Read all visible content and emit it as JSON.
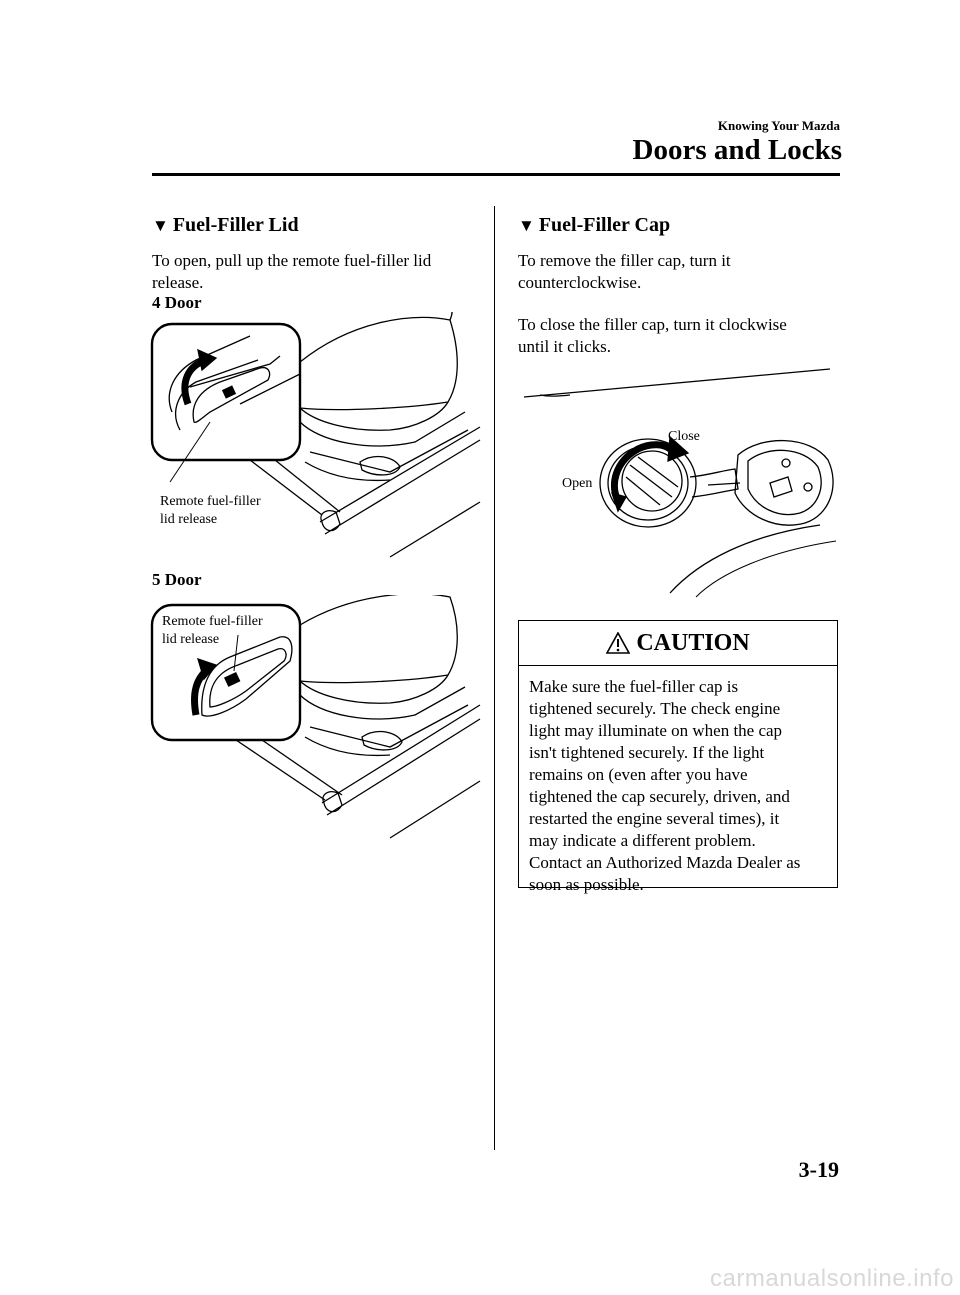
{
  "header": {
    "section": "Knowing Your Mazda",
    "chapter": "Doors and Locks"
  },
  "left": {
    "heading": "Fuel-Filler Lid",
    "intro_line1": "To open, pull up the remote fuel-filler lid",
    "intro_line2": "release.",
    "door4_label": "4 Door",
    "fig1_callout_line1": "Remote fuel-filler",
    "fig1_callout_line2": "lid release",
    "door5_label": "5 Door",
    "fig2_callout_line1": "Remote fuel-filler",
    "fig2_callout_line2": "lid release"
  },
  "right": {
    "heading": "Fuel-Filler Cap",
    "remove_line1": "To remove the filler cap, turn it",
    "remove_line2": "counterclockwise.",
    "close_line1": "To close the filler cap, turn it clockwise",
    "close_line2": "until it clicks.",
    "fig_close_label": "Close",
    "fig_open_label": "Open"
  },
  "caution": {
    "title": "CAUTION",
    "lines": [
      "Make sure the fuel-filler cap is",
      "tightened securely. The check engine",
      "light may illuminate on when the cap",
      "isn't tightened securely. If the light",
      "remains on (even after you have",
      "tightened the cap securely, driven, and",
      "restarted the engine several times), it",
      "may indicate a different problem.",
      "Contact an Authorized Mazda Dealer as",
      "soon as possible."
    ]
  },
  "footer": {
    "page_number": "3-19",
    "watermark": "carmanualsonline.info"
  },
  "icons": {
    "heading_marker": "down-triangle-icon",
    "caution_marker": "warning-triangle-icon"
  }
}
